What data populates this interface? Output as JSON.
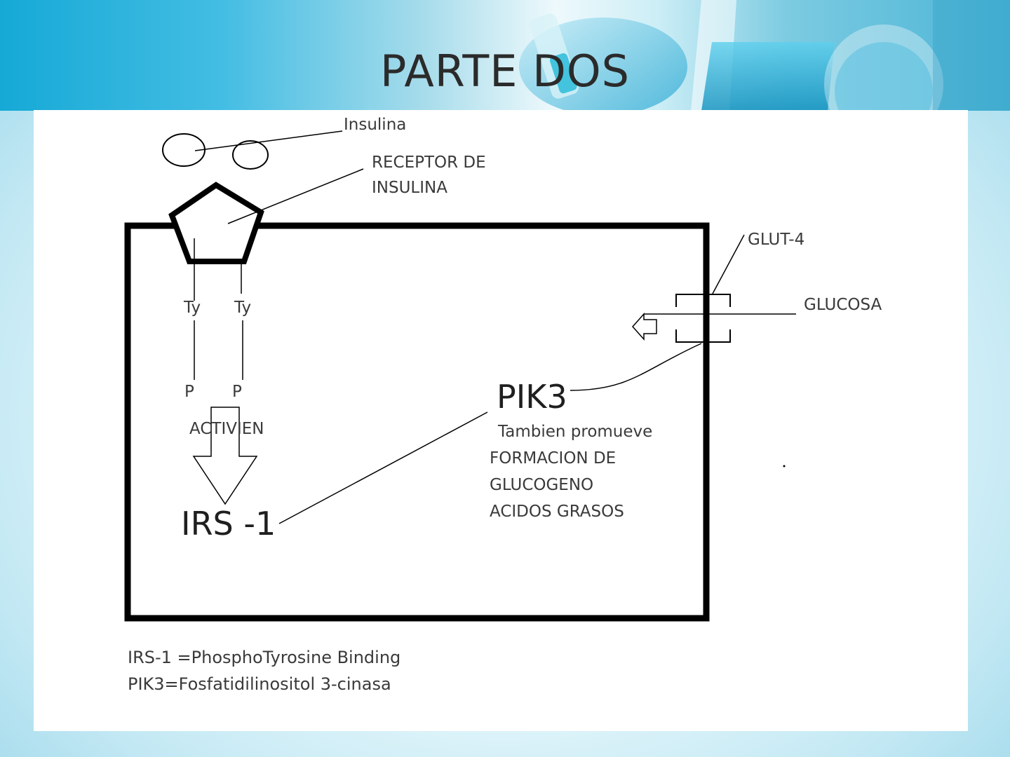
{
  "slide": {
    "title": "PARTE DOS"
  },
  "diagram": {
    "labels": {
      "insulina": "Insulina",
      "receptor_line1": "RECEPTOR DE",
      "receptor_line2": "INSULINA",
      "glut4": "GLUT-4",
      "glucosa": "GLUCOSA",
      "ty_left": "Ty",
      "ty_right": "Ty",
      "p_left": "P",
      "p_right": "P",
      "activien": "ACTIVIEN",
      "irs1": "IRS -1",
      "pik3": "PIK3",
      "promueve_line1": "Tambien promueve",
      "promueve_line2": "FORMACION DE",
      "promueve_line3": "GLUCOGENO",
      "promueve_line4": "ACIDOS GRASOS"
    },
    "legend": {
      "line1": "IRS-1 =PhosphoTyrosine Binding",
      "line2": "PIK3=Fosfatidilinositol 3-cinasa"
    }
  }
}
